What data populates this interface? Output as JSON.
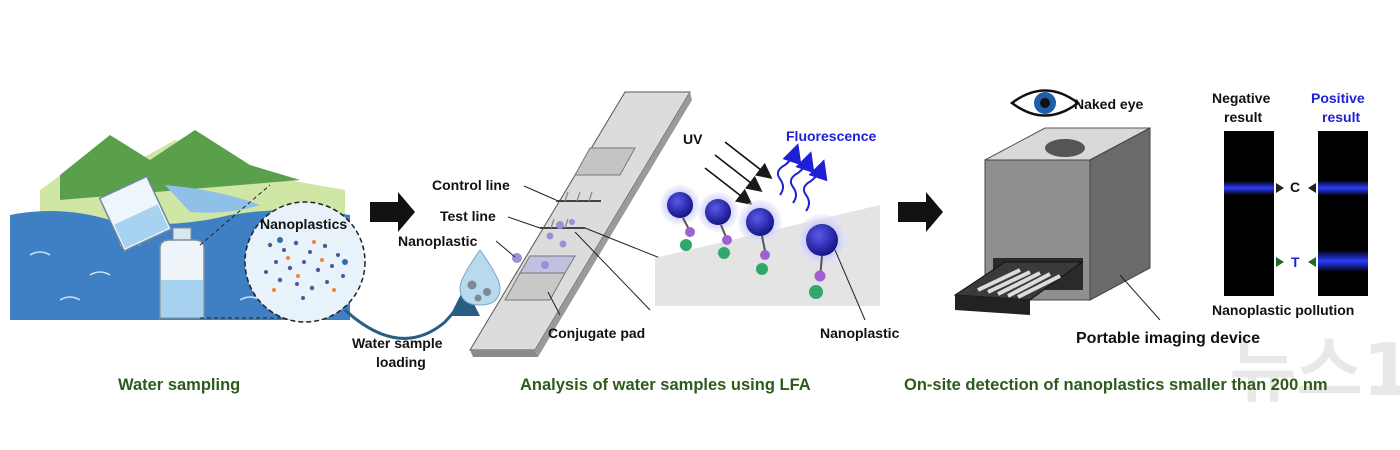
{
  "stages": {
    "sampling": "Water sampling",
    "analysis": "Analysis of water samples using LFA",
    "detection": "On-site detection of nanoplastics smaller than 200 nm"
  },
  "sampling": {
    "circle_label": "Nanoplastics",
    "arrow_label_line1": "Water sample",
    "arrow_label_line2": "loading"
  },
  "lfa": {
    "control_line": "Control line",
    "test_line": "Test line",
    "nanoplastic": "Nanoplastic",
    "conjugate_pad": "Conjugate pad"
  },
  "fluor": {
    "uv": "UV",
    "fluorescence": "Fluorescence",
    "nanoplastic": "Nanoplastic"
  },
  "device": {
    "eye_label": "Naked eye",
    "caption": "Portable imaging device"
  },
  "results": {
    "negative_line1": "Negative",
    "negative_line2": "result",
    "positive_line1": "Positive",
    "positive_line2": "result",
    "c_label": "C",
    "t_label": "T",
    "footer": "Nanoplastic pollution"
  },
  "watermark": "뉴스1",
  "colors": {
    "stage_title": "#2e5a1c",
    "fluorescence": "#1f1fd6",
    "water": "#3f7fc4",
    "hills": "#5aa04a",
    "band": "#2a3cff"
  }
}
